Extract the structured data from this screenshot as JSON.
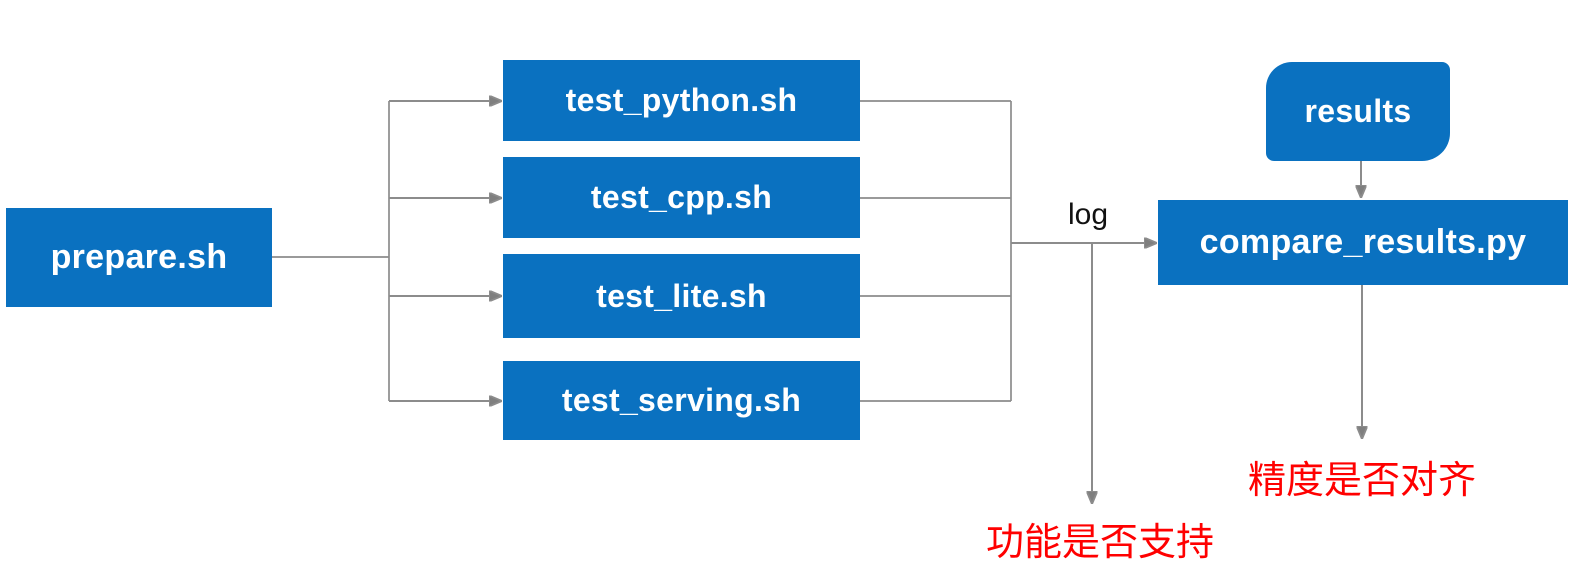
{
  "diagram": {
    "prepare": {
      "label": "prepare.sh"
    },
    "tests": [
      {
        "label": "test_python.sh"
      },
      {
        "label": "test_cpp.sh"
      },
      {
        "label": "test_lite.sh"
      },
      {
        "label": "test_serving.sh"
      }
    ],
    "results": {
      "label": "results"
    },
    "compare": {
      "label": "compare_results.py"
    },
    "edge_label_log": "log",
    "outcome_function": "功能是否支持",
    "outcome_accuracy": "精度是否对齐",
    "colors": {
      "node_fill": "#0a71c0",
      "node_text": "#ffffff",
      "connector": "#8c8c8c",
      "outcome_text": "#ff0000",
      "log_text": "#111111"
    }
  }
}
